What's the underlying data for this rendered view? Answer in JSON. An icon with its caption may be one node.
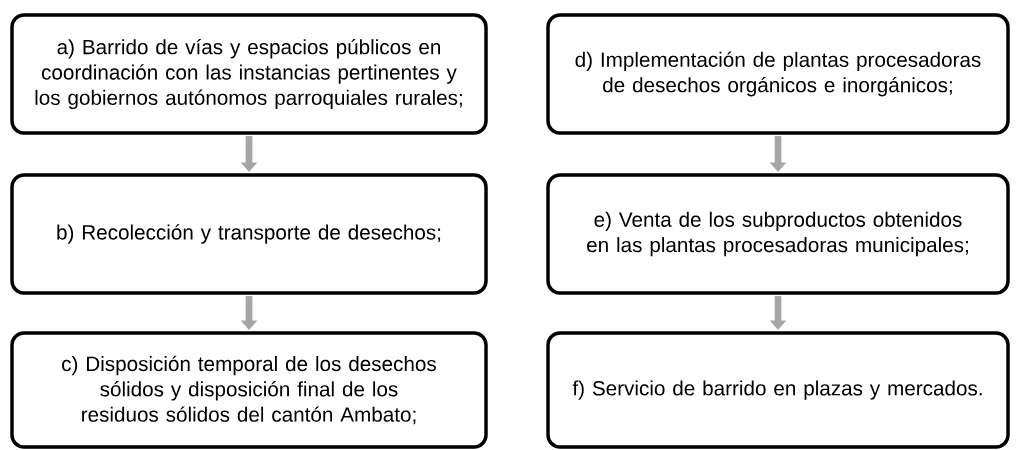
{
  "diagram": {
    "nodes": [
      {
        "text": [
          "a) Barrido de vías y espacios públicos en coordinación con las instancias pertinentes y los gobiernos autónomos parroquiales rurales;"
        ]
      },
      {
        "text": [
          "b) Recolección y transporte de desechos;"
        ]
      },
      {
        "text": [
          "c) Disposición temporal de los desechos sólidos y disposición final de los residuos sólidos del cantón Ambato;"
        ]
      },
      {
        "text": [
          "d) Implementación de plantas procesadoras de desechos orgánicos e inorgánicos;"
        ]
      },
      {
        "text": [
          "e) Venta de los subproductos obtenidos en las plantas procesadoras municipales;"
        ]
      },
      {
        "text": [
          "f) Servicio de barrido en plazas y mercados."
        ]
      }
    ],
    "edges": [
      {
        "from": 0,
        "to": 1,
        "arrow": "to"
      },
      {
        "from": 1,
        "to": 2,
        "arrow": "to"
      },
      {
        "from": 3,
        "to": 4,
        "arrow": "to"
      },
      {
        "from": 4,
        "to": 5,
        "arrow": "to"
      }
    ]
  }
}
